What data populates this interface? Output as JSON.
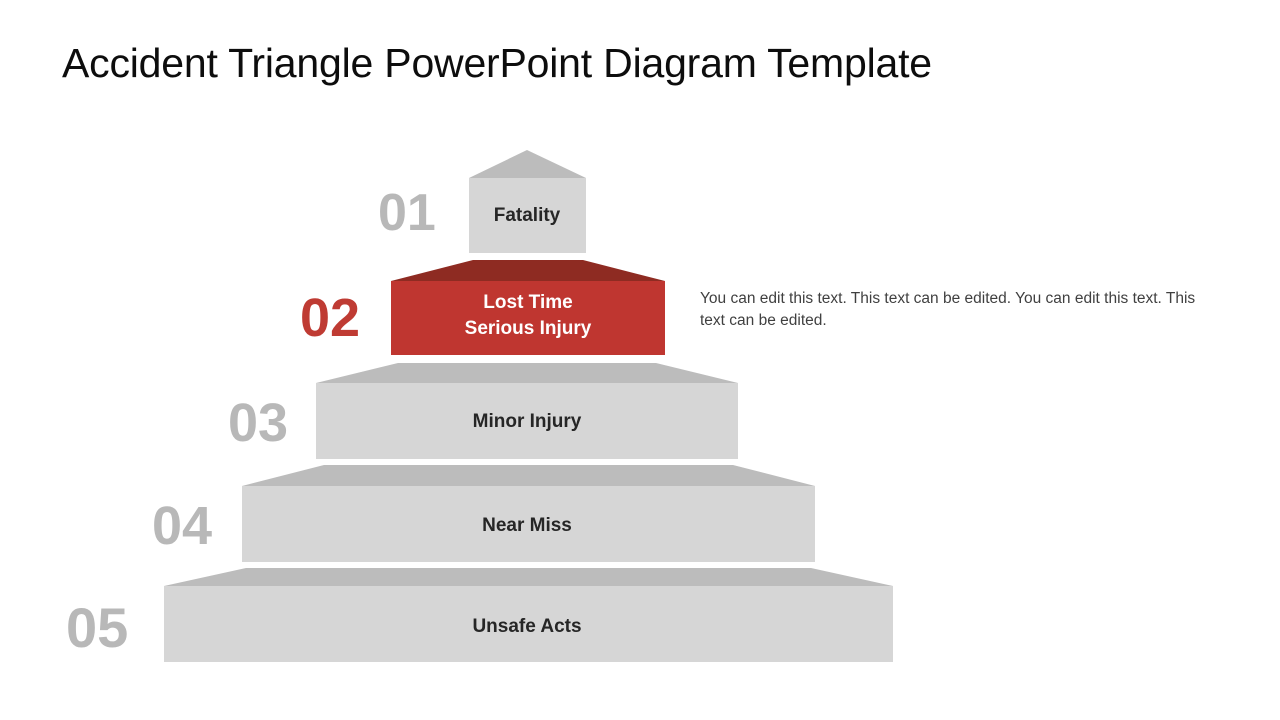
{
  "slide": {
    "title": "Accident Triangle PowerPoint Diagram Template",
    "background_color": "#FFFFFF"
  },
  "colors": {
    "accent_red_front": "#BF3630",
    "accent_red_top": "#8E2B22",
    "gray_front": "#D6D6D6",
    "gray_top": "#BCBCBC",
    "number_gray": "#B8B8B8",
    "number_red": "#BF3B33",
    "label_dark": "#262626",
    "label_light": "#FFFFFF",
    "title_color": "#0D0D0D",
    "body_text_color": "#404040"
  },
  "diagram": {
    "type": "stepped-pyramid",
    "levels": [
      {
        "number": "01",
        "label": "Fatality",
        "highlighted": false,
        "number_color": "#B8B8B8",
        "front_color": "#D6D6D6",
        "top_color": "#BCBCBC",
        "label_color": "#262626"
      },
      {
        "number": "02",
        "label": "Lost Time\nSerious Injury",
        "highlighted": true,
        "number_color": "#BF3B33",
        "front_color": "#BF3630",
        "top_color": "#8E2B22",
        "label_color": "#FFFFFF"
      },
      {
        "number": "03",
        "label": "Minor Injury",
        "highlighted": false,
        "number_color": "#B8B8B8",
        "front_color": "#D6D6D6",
        "top_color": "#BCBCBC",
        "label_color": "#262626"
      },
      {
        "number": "04",
        "label": "Near Miss",
        "highlighted": false,
        "number_color": "#B8B8B8",
        "front_color": "#D6D6D6",
        "top_color": "#BCBCBC",
        "label_color": "#262626"
      },
      {
        "number": "05",
        "label": "Unsafe Acts",
        "highlighted": false,
        "number_color": "#B8B8B8",
        "front_color": "#D6D6D6",
        "top_color": "#BCBCBC",
        "label_color": "#262626"
      }
    ]
  },
  "side_note": {
    "text": "You can edit this text. This text can be edited. You can edit this text. This text can be edited."
  }
}
